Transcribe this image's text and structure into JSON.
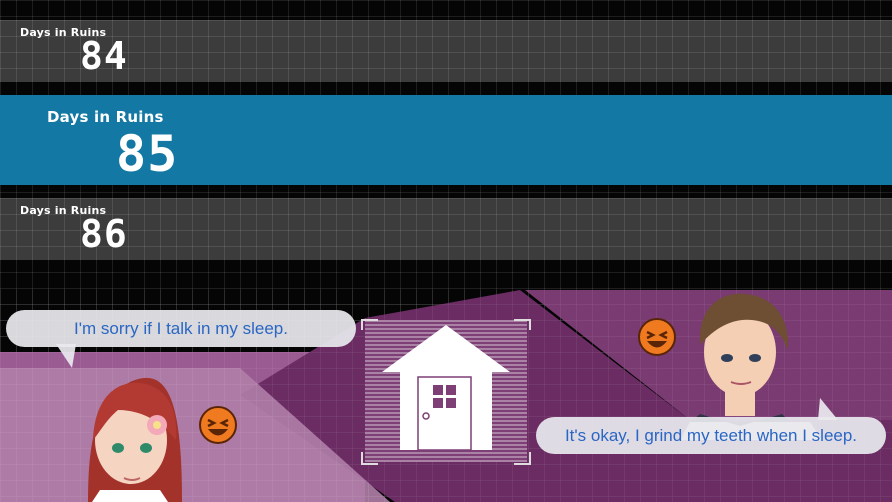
{
  "day_rows": [
    {
      "label": "Days in Ruins",
      "value": "84"
    },
    {
      "label": "Days in Ruins",
      "value": "85"
    },
    {
      "label": "Days in Ruins",
      "value": "86"
    }
  ],
  "dialogue": {
    "left_line": "I'm sorry if I talk in my sleep.",
    "right_line": "It's okay, I grind my teeth when I sleep."
  },
  "colors": {
    "active_band": "#1378a3",
    "inactive_band": "#3c3c3c",
    "scene_ribbon": "#6a2c63",
    "bubble_text": "#2a66c4"
  },
  "icons": {
    "center": "house-icon",
    "left_emote": "laughing-face-icon",
    "right_emote": "laughing-face-icon"
  }
}
